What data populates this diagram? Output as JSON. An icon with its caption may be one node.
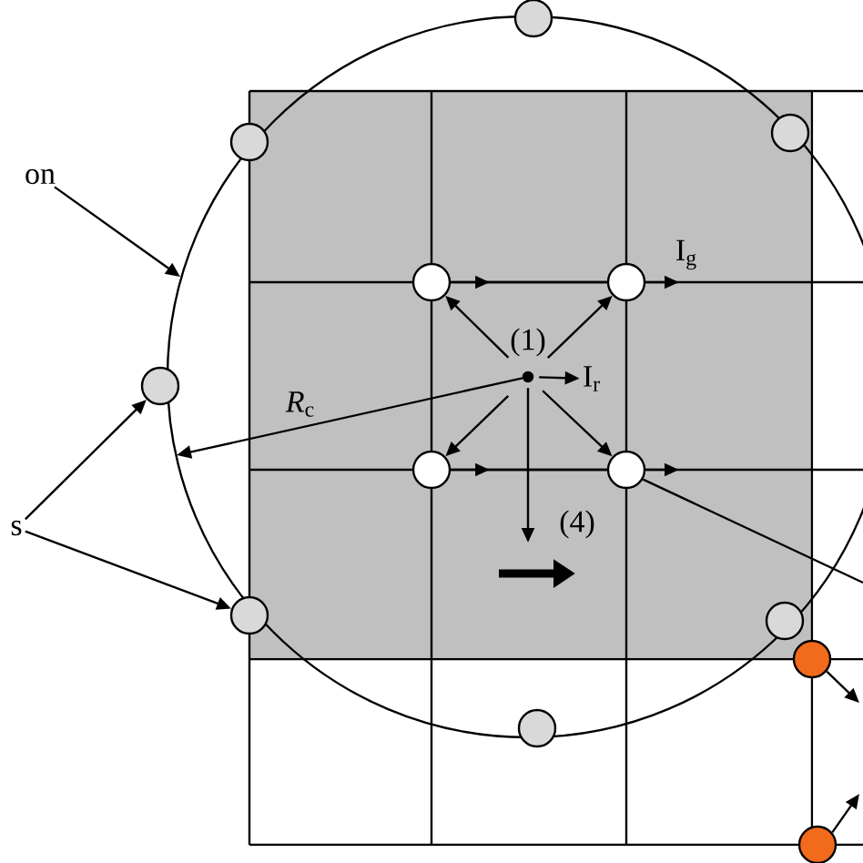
{
  "diagram": {
    "nodes": [
      {
        "text": [
          "on"
        ]
      },
      {
        "text": [],
        "shape": "circle"
      },
      {
        "text": [],
        "shape": "circle"
      },
      {
        "text": [],
        "shape": "circle"
      },
      {
        "text": [],
        "shape": "circle"
      },
      {
        "text": [],
        "shape": "circle"
      },
      {
        "text": [],
        "shape": "circle"
      },
      {
        "text": [],
        "shape": "circle"
      },
      {
        "text": [],
        "shape": "circle"
      },
      {
        "text": [],
        "shape": "circle"
      },
      {
        "text": [],
        "shape": "circle"
      },
      {
        "text": [],
        "shape": "circle"
      },
      {
        "text": [],
        "shape": "circle",
        "beside": [
          "(1)"
        ]
      },
      {
        "text": [
          "I$_{r}$"
        ]
      },
      {
        "text": [],
        "shape": "circle"
      },
      {
        "text": [],
        "shape": "circle"
      },
      {
        "text": [
          "s"
        ]
      }
    ],
    "edges": [
      {
        "from": 0,
        "to": null,
        "arrow": "to"
      },
      {
        "from": 16,
        "to": 4,
        "arrow": "to"
      },
      {
        "from": 16,
        "to": 5,
        "arrow": "to"
      },
      {
        "from": 12,
        "to": 8,
        "arrow": "to"
      },
      {
        "from": 12,
        "to": 9,
        "arrow": "to"
      },
      {
        "from": 12,
        "to": 10,
        "arrow": "to"
      },
      {
        "from": 12,
        "to": 11,
        "arrow": "to"
      },
      {
        "from": 12,
        "to": 13,
        "arrow": "to"
      },
      {
        "from": 12,
        "to": null,
        "arrow": "to",
        "label": "*R*$_{c}$"
      },
      {
        "from": 12,
        "to": null,
        "arrow": "to",
        "label": "(4)"
      },
      {
        "from": 8,
        "to": 9,
        "arrow": "to"
      },
      {
        "from": 9,
        "to": null,
        "arrow": "to",
        "label": "I$_{g}$"
      },
      {
        "from": 10,
        "to": 11,
        "arrow": "to"
      },
      {
        "from": 11,
        "to": null,
        "arrow": "to"
      },
      {
        "from": 11,
        "to": null,
        "arrow": "none"
      },
      {
        "from": 14,
        "to": null,
        "arrow": "to"
      },
      {
        "from": 15,
        "to": null,
        "arrow": "to"
      }
    ]
  }
}
